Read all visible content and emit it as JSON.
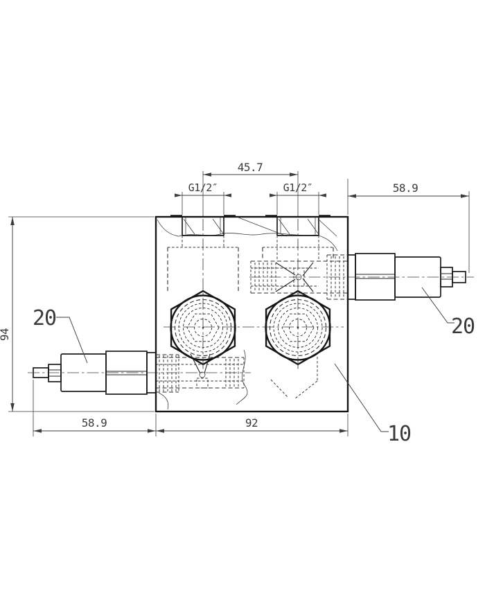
{
  "drawing": {
    "dims": {
      "port_spacing": "45.7",
      "thread_left": "G1/2″",
      "thread_right": "G1/2″",
      "right_valve_len": "58.9",
      "left_valve_len": "58.9",
      "block_height": "94",
      "block_width": "92"
    },
    "callouts": {
      "left_valve": "20",
      "right_valve": "20",
      "block": "10"
    }
  }
}
